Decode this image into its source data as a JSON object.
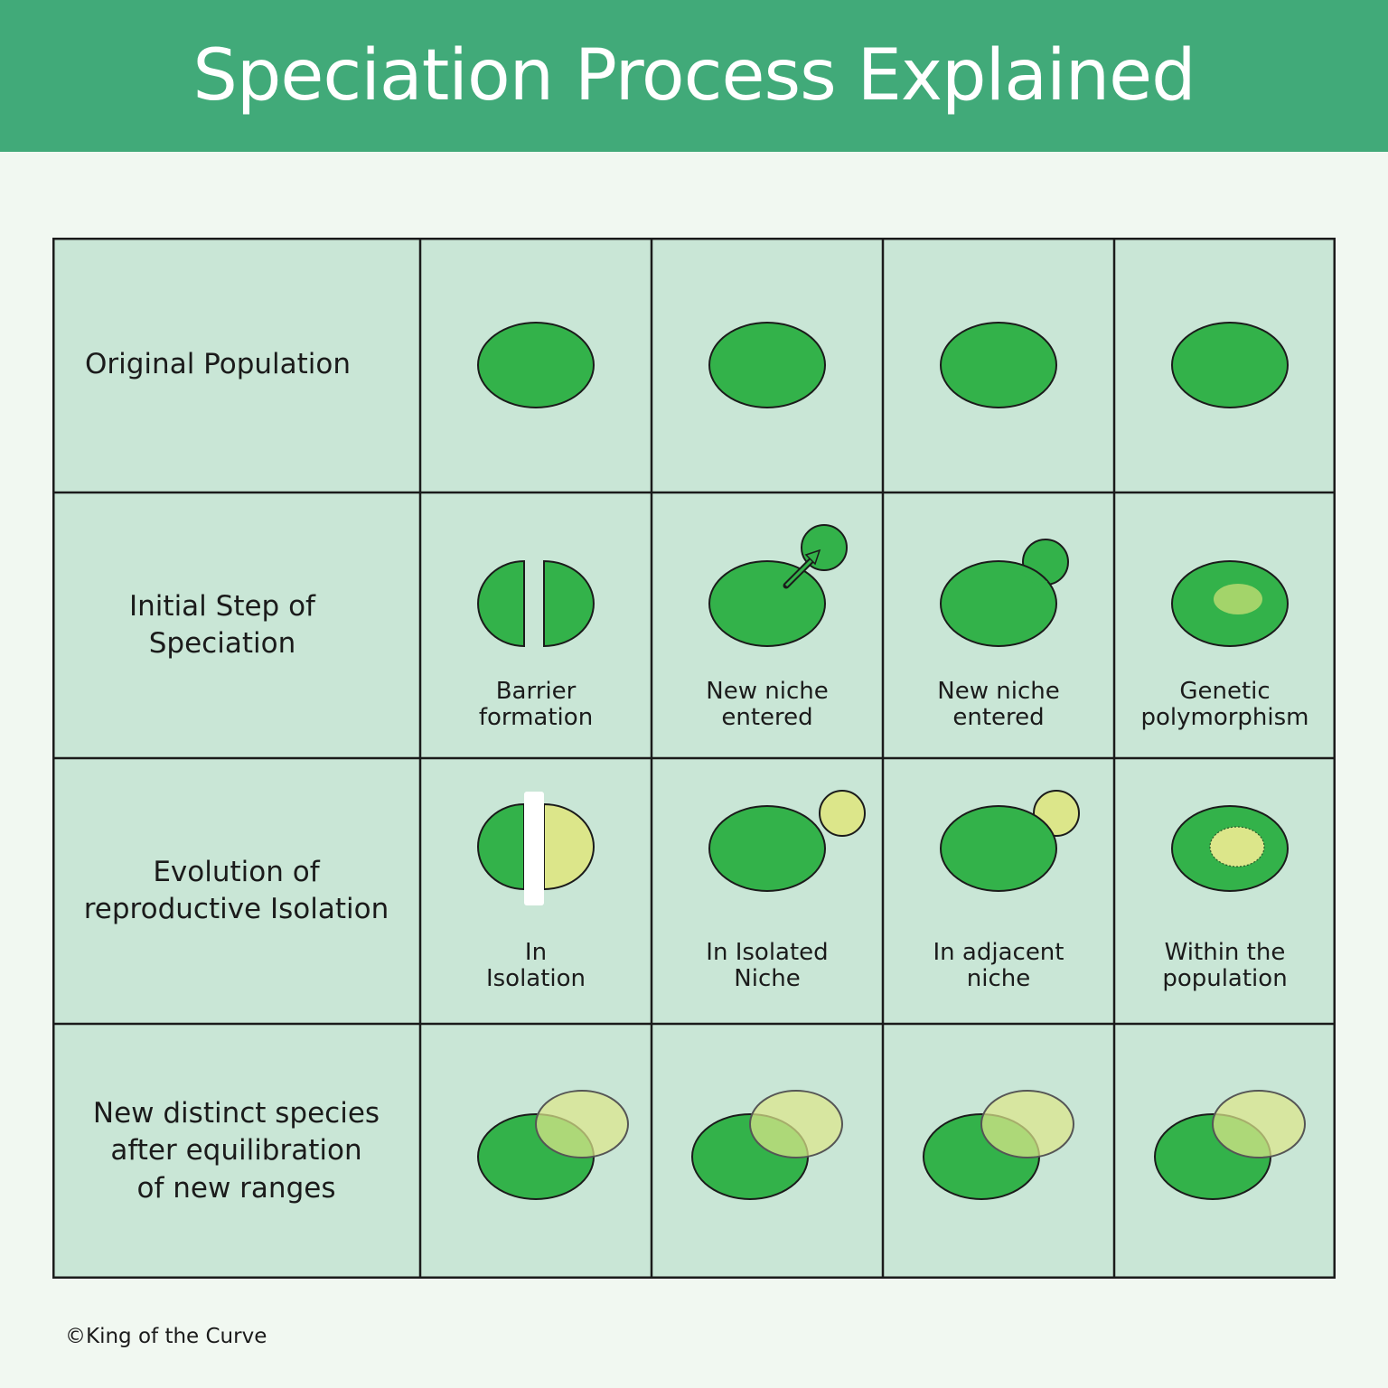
{
  "title": "Speciation Process Explained",
  "rows": [
    {
      "label": "Original Population"
    },
    {
      "label": "Initial Step of\nSpeciation"
    },
    {
      "label": "Evolution of\nreproductive Isolation"
    },
    {
      "label": "New distinct species\nafter equilibration\nof new ranges"
    }
  ],
  "captions": {
    "initial_step": [
      "Barrier\nformation",
      "New niche\nentered",
      "New niche\nentered",
      "Genetic\npolymorphism"
    ],
    "reproductive_isolation": [
      "In\nIsolation",
      "In Isolated\nNiche",
      "In adjacent\nniche",
      "Within the\npopulation"
    ]
  },
  "colors": {
    "banner": "#41aa79",
    "background": "#f1f8f1",
    "cell_fill": "#c9e6d6",
    "population_green": "#33b24a",
    "new_species_yellow": "#dce68a",
    "polymorphism_patch": "#a3d46a",
    "border": "#1b1b1b"
  },
  "footer": "©King of the Curve"
}
